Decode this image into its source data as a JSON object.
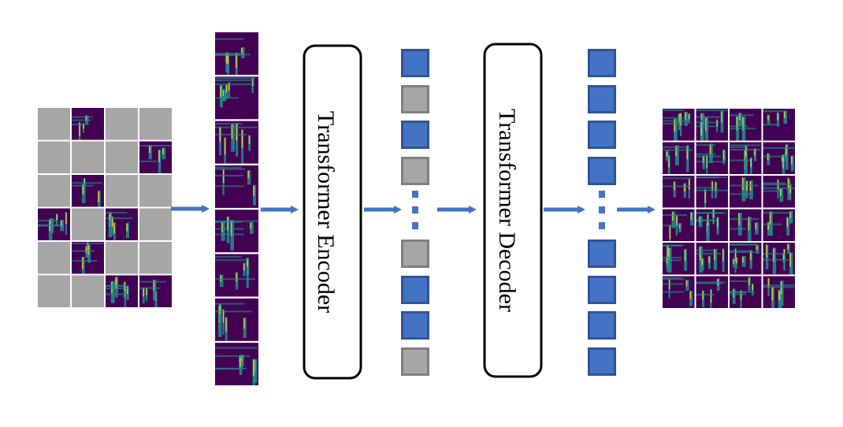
{
  "diagram": {
    "encoder_label": "Transformer Encoder",
    "decoder_label": "Transformer Decoder",
    "colors": {
      "masked_patch": "#a6a6a6",
      "token_visible": "#4472c4",
      "token_masked": "#a6a6a6",
      "token_visible_border": "#2f5597",
      "token_masked_border": "#7f7f7f",
      "arrow": "#4472c4",
      "spectrogram_low": "#440154",
      "spectrogram_mid": "#21918c",
      "spectrogram_high": "#fde725"
    },
    "input_grid": {
      "rows": 6,
      "cols": 4,
      "cells": [
        "masked",
        "visible",
        "masked",
        "masked",
        "masked",
        "masked",
        "masked",
        "visible",
        "masked",
        "visible",
        "masked",
        "masked",
        "visible",
        "masked",
        "visible",
        "masked",
        "masked",
        "visible",
        "masked",
        "masked",
        "masked",
        "masked",
        "visible",
        "visible"
      ]
    },
    "visible_patch_count": 8,
    "encoder_tokens": [
      "visible",
      "masked",
      "visible",
      "masked",
      "ellipsis",
      "masked",
      "visible",
      "visible",
      "masked"
    ],
    "decoder_tokens": [
      "visible",
      "visible",
      "visible",
      "visible",
      "ellipsis",
      "visible",
      "visible",
      "visible",
      "visible"
    ],
    "output_grid": {
      "rows": 6,
      "cols": 4
    }
  }
}
